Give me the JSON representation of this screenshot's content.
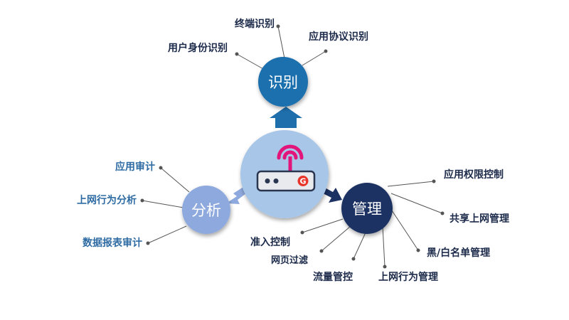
{
  "center": {
    "icon": "wifi-router-icon",
    "badge": "G"
  },
  "hubs": {
    "identify": {
      "label": "识别",
      "color": "#1f6fad",
      "leaves": [
        "终端识别",
        "应用协议识别",
        "用户身份识别"
      ]
    },
    "analyze": {
      "label": "分析",
      "color": "#8ea9dd",
      "leaves": [
        "应用审计",
        "上网行为分析",
        "数据报表审计"
      ]
    },
    "manage": {
      "label": "管理",
      "color": "#1c3263",
      "leaves": [
        "应用权限控制",
        "共享上网管理",
        "黑/白名单管理",
        "上网行为管理",
        "流量管控",
        "网页过滤",
        "准入控制"
      ]
    }
  },
  "colors": {
    "center_fill": "#a8c6e8",
    "leaf_text_blue": "#2f6ca3",
    "leaf_text_dark": "#1c2a4a",
    "router_body": "#e8eaee",
    "wifi_pink": "#e2157a",
    "badge_red": "#e8352a"
  }
}
